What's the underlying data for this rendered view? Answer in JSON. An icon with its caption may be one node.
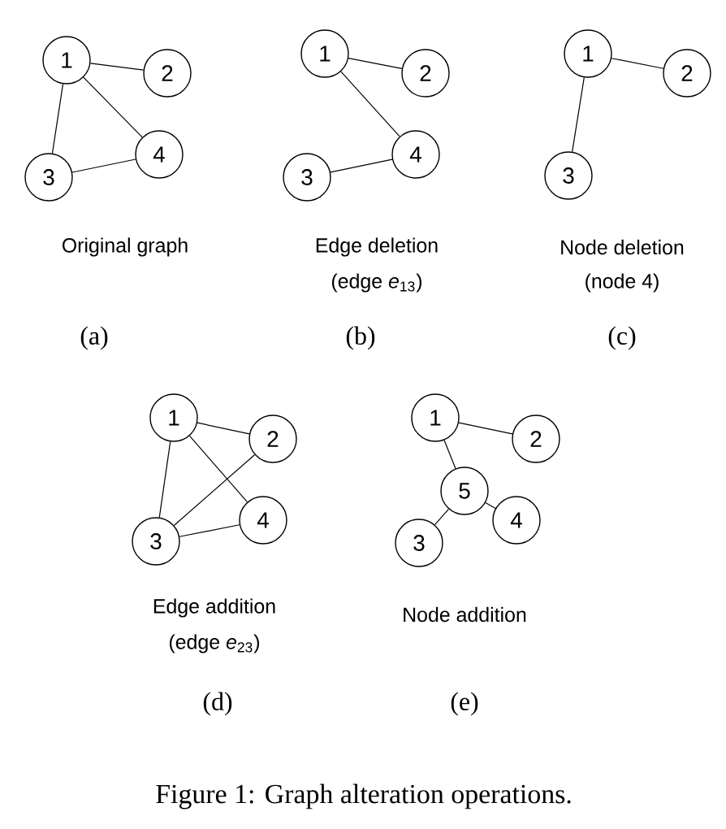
{
  "diagram": {
    "caption": "Figure 1: Graph alteration operations.",
    "nodes": [
      {
        "text": [
          "1"
        ]
      },
      {
        "text": [
          "2"
        ]
      },
      {
        "text": [
          "3"
        ]
      },
      {
        "text": [
          "4"
        ]
      },
      {
        "text": [
          "1"
        ]
      },
      {
        "text": [
          "2"
        ]
      },
      {
        "text": [
          "3"
        ]
      },
      {
        "text": [
          "4"
        ]
      },
      {
        "text": [
          "1"
        ]
      },
      {
        "text": [
          "2"
        ]
      },
      {
        "text": [
          "3"
        ]
      },
      {
        "text": [
          "1"
        ]
      },
      {
        "text": [
          "2"
        ]
      },
      {
        "text": [
          "3"
        ]
      },
      {
        "text": [
          "4"
        ]
      },
      {
        "text": [
          "1"
        ]
      },
      {
        "text": [
          "2"
        ]
      },
      {
        "text": [
          "5"
        ]
      },
      {
        "text": [
          "3"
        ]
      },
      {
        "text": [
          "4"
        ]
      }
    ],
    "edges": [
      {
        "from": 0,
        "to": 1,
        "arrow": "none"
      },
      {
        "from": 0,
        "to": 2,
        "arrow": "none"
      },
      {
        "from": 0,
        "to": 3,
        "arrow": "none"
      },
      {
        "from": 2,
        "to": 3,
        "arrow": "none"
      },
      {
        "from": 4,
        "to": 5,
        "arrow": "none"
      },
      {
        "from": 4,
        "to": 7,
        "arrow": "none"
      },
      {
        "from": 6,
        "to": 7,
        "arrow": "none"
      },
      {
        "from": 8,
        "to": 9,
        "arrow": "none"
      },
      {
        "from": 8,
        "to": 10,
        "arrow": "none"
      },
      {
        "from": 11,
        "to": 12,
        "arrow": "none"
      },
      {
        "from": 11,
        "to": 13,
        "arrow": "none"
      },
      {
        "from": 11,
        "to": 14,
        "arrow": "none"
      },
      {
        "from": 12,
        "to": 13,
        "arrow": "none"
      },
      {
        "from": 13,
        "to": 14,
        "arrow": "none"
      },
      {
        "from": 15,
        "to": 16,
        "arrow": "none"
      },
      {
        "from": 15,
        "to": 17,
        "arrow": "none"
      },
      {
        "from": 17,
        "to": 18,
        "arrow": "none"
      },
      {
        "from": 17,
        "to": 19,
        "arrow": "none"
      }
    ],
    "labels": [
      "Original graph",
      "Edge deletion",
      "Node deletion",
      "(edge *e*$_{13}$)",
      "(node 4)",
      "(a)",
      "(b)",
      "(c)",
      "Edge addition",
      "Node addition",
      "(edge *e*$_{23}$)",
      "(d)",
      "(e)"
    ]
  }
}
